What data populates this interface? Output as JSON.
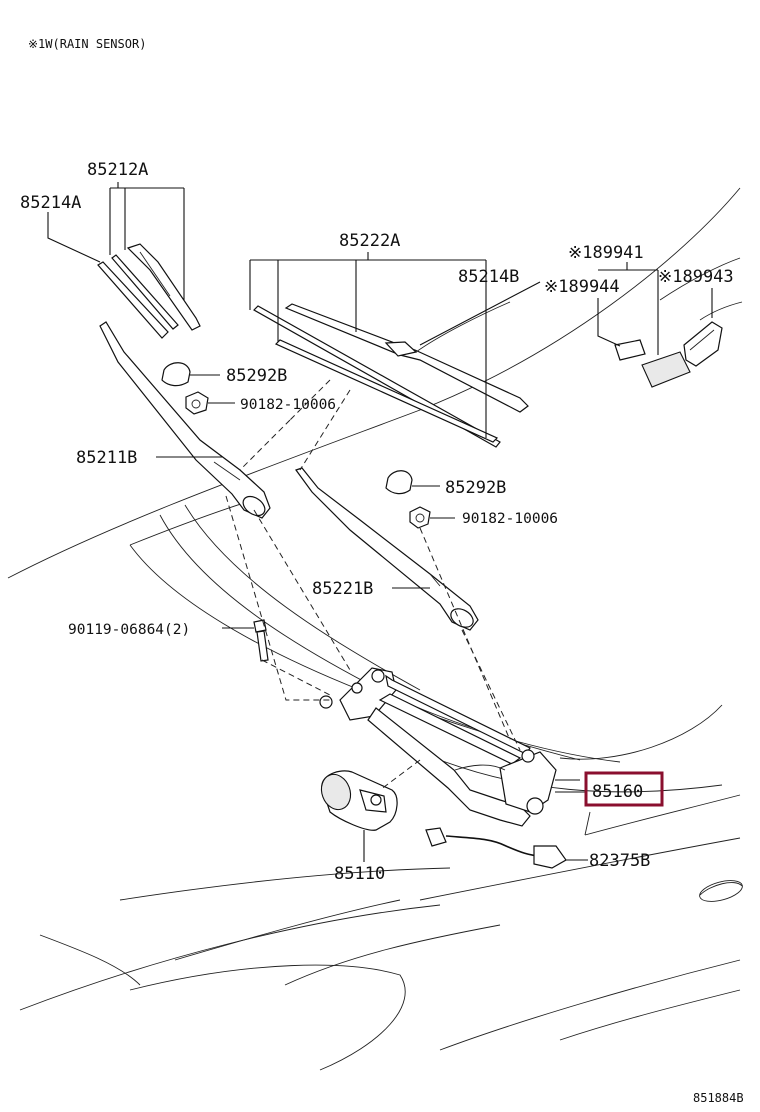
{
  "note": "※1W(RAIN SENSOR)",
  "labels": {
    "p85212A": "85212A",
    "p85214A": "85214A",
    "p85222A": "85222A",
    "p85214B": "85214B",
    "p89941": "※189941",
    "p89944": "※189944",
    "p89943": "※189943",
    "p85292B_1": "85292B",
    "p90182_1": "90182-10006",
    "p85211B": "85211B",
    "p85292B_2": "85292B",
    "p90182_2": "90182-10006",
    "p85221B": "85221B",
    "p90119": "90119-06864(2)",
    "p85160": "85160",
    "p85110": "85110",
    "p82375B": "82375B"
  },
  "highlight_color": "#8a0f2e",
  "figure_id": "851884B"
}
